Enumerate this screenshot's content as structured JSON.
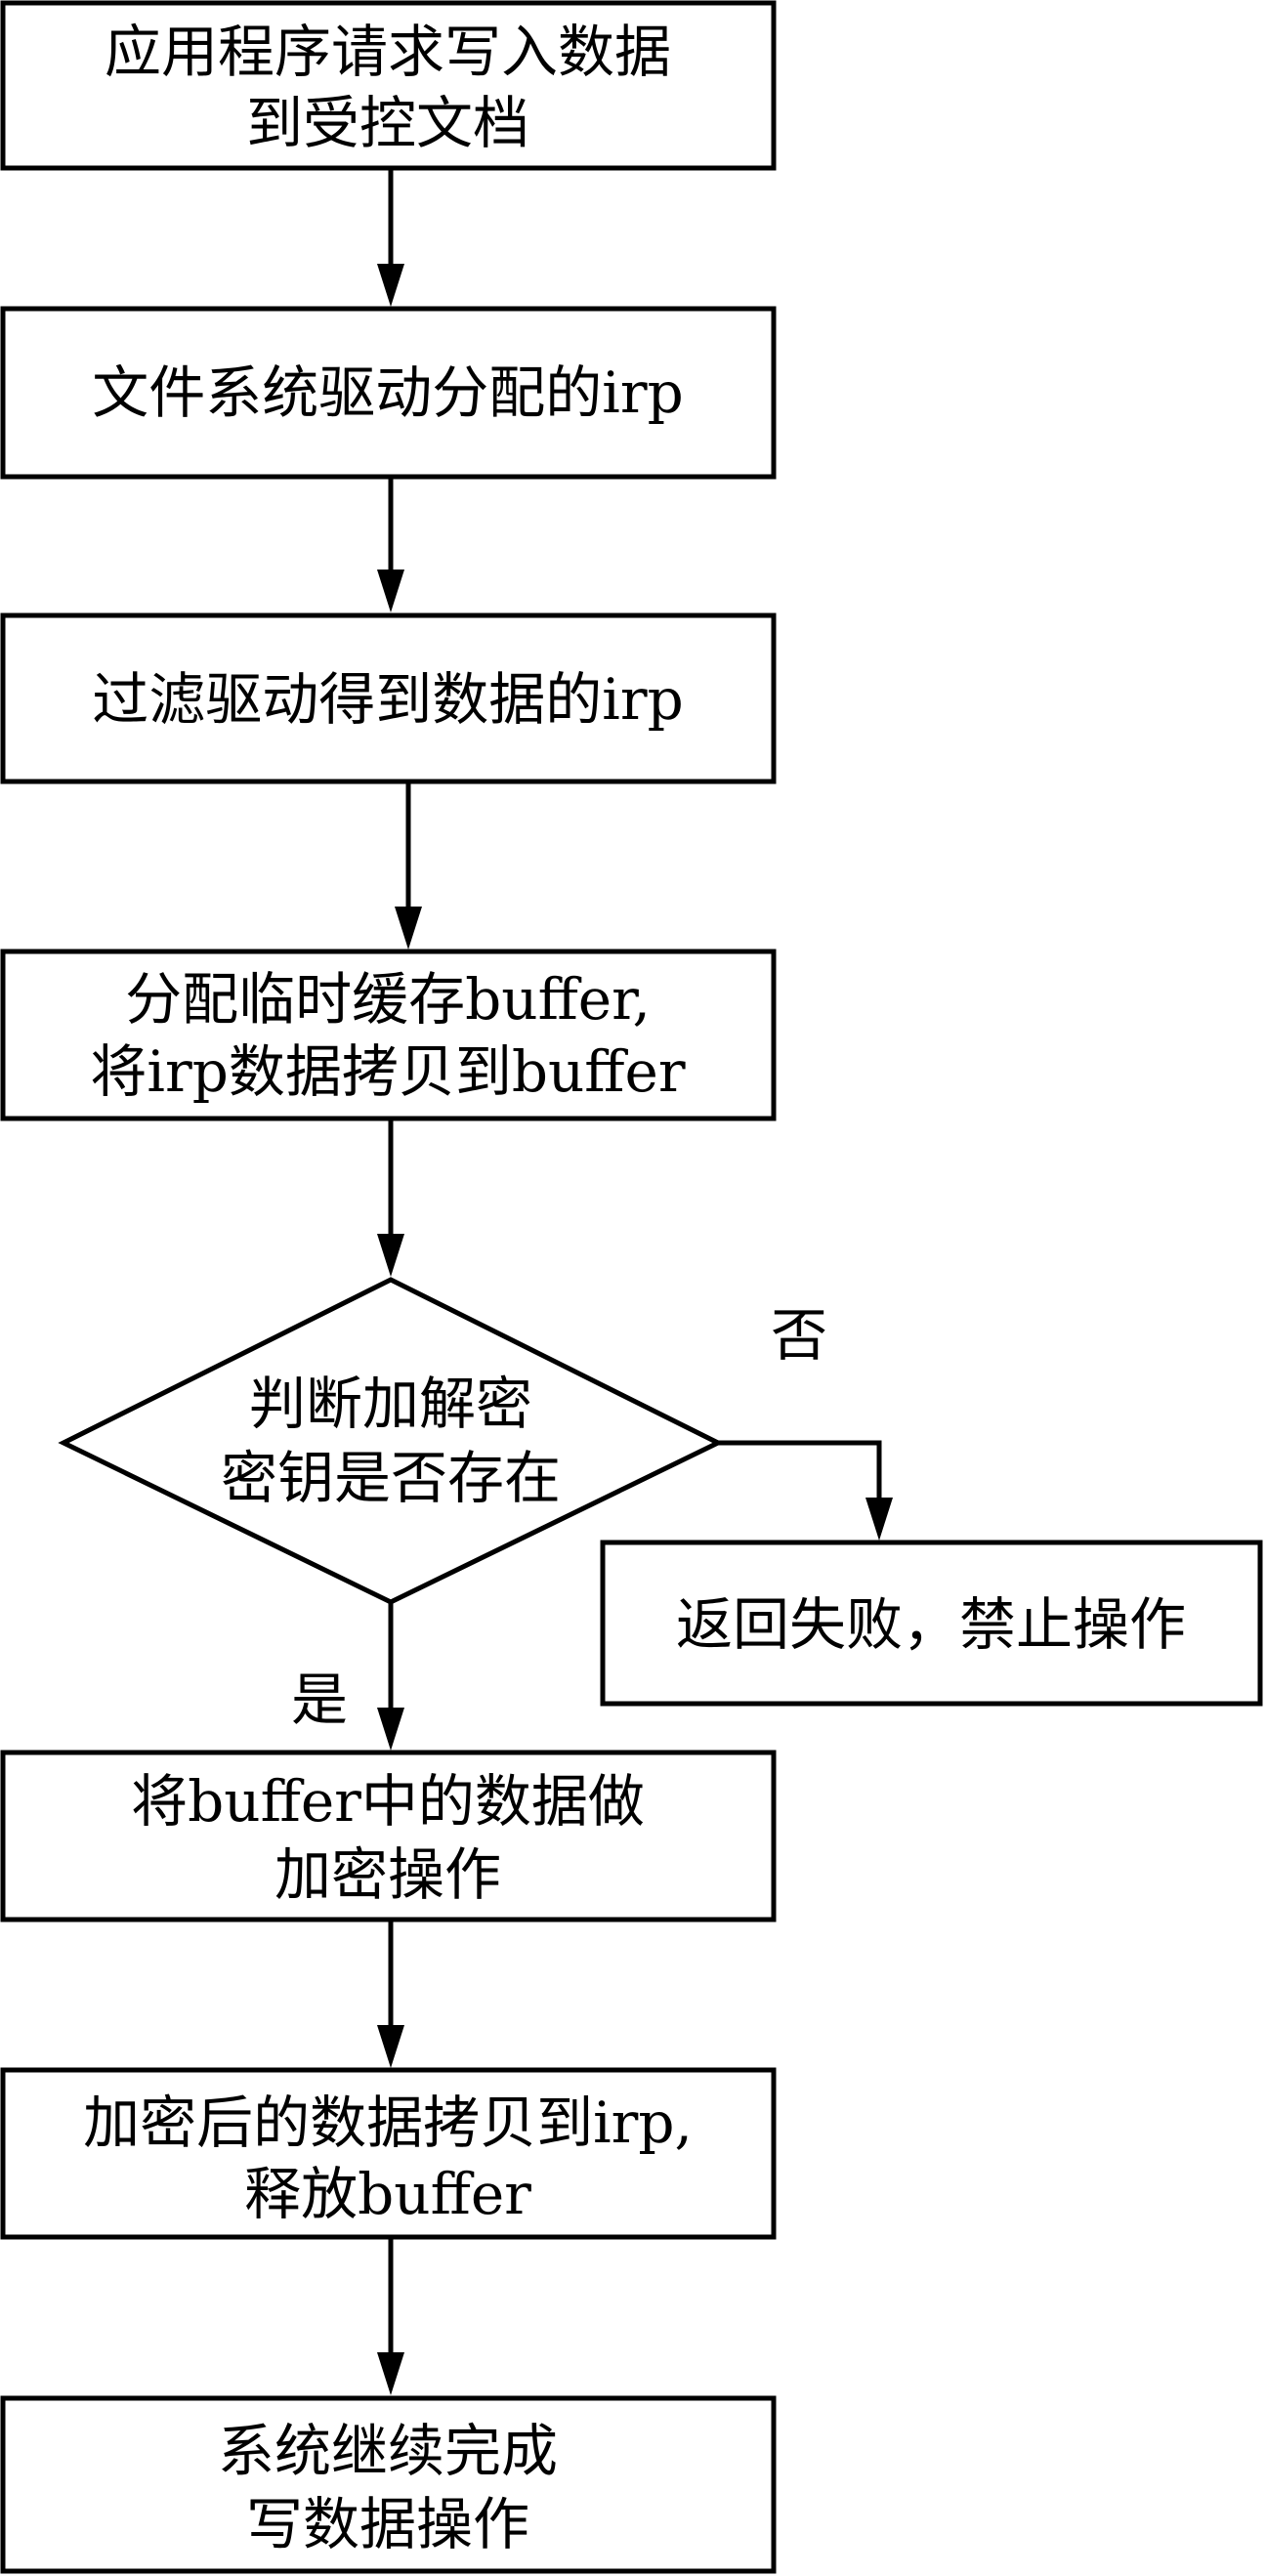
{
  "nodes": [
    {
      "id": "start",
      "shape": "rect",
      "lines": [
        "应用程序请求写入数据",
        "到受控文档"
      ]
    },
    {
      "id": "fs_irp",
      "shape": "rect",
      "lines": [
        "文件系统驱动分配的irp"
      ]
    },
    {
      "id": "filter_irp",
      "shape": "rect",
      "lines": [
        "过滤驱动得到数据的irp"
      ]
    },
    {
      "id": "alloc_buffer",
      "shape": "rect",
      "lines": [
        "分配临时缓存buffer,",
        "将irp数据拷贝到buffer"
      ]
    },
    {
      "id": "key_check",
      "shape": "diamond",
      "lines": [
        "判断加解密",
        "密钥是否存在"
      ]
    },
    {
      "id": "fail",
      "shape": "rect",
      "lines": [
        "返回失败，禁止操作"
      ]
    },
    {
      "id": "encrypt",
      "shape": "rect",
      "lines": [
        "将buffer中的数据做",
        "加密操作"
      ]
    },
    {
      "id": "copy_back",
      "shape": "rect",
      "lines": [
        "加密后的数据拷贝到irp,",
        "释放buffer"
      ]
    },
    {
      "id": "finish",
      "shape": "rect",
      "lines": [
        "系统继续完成",
        "写数据操作"
      ]
    }
  ],
  "edges": [
    {
      "from": "start",
      "to": "fs_irp",
      "label": ""
    },
    {
      "from": "fs_irp",
      "to": "filter_irp",
      "label": ""
    },
    {
      "from": "filter_irp",
      "to": "alloc_buffer",
      "label": ""
    },
    {
      "from": "alloc_buffer",
      "to": "key_check",
      "label": ""
    },
    {
      "from": "key_check",
      "to": "fail",
      "label": "否"
    },
    {
      "from": "key_check",
      "to": "encrypt",
      "label": "是"
    },
    {
      "from": "encrypt",
      "to": "copy_back",
      "label": ""
    },
    {
      "from": "copy_back",
      "to": "finish",
      "label": ""
    }
  ],
  "colors": {
    "stroke": "#000000",
    "fill": "#ffffff",
    "text": "#000000"
  }
}
